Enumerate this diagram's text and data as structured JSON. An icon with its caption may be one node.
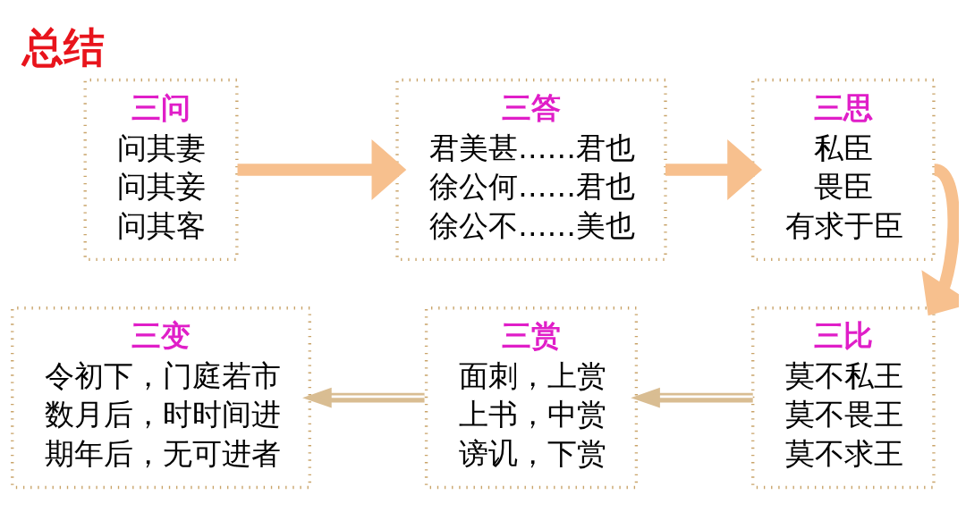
{
  "diagram": {
    "title": "总结",
    "nodes": [
      {
        "text": [
          "三问",
          "问其妻",
          "问其妾",
          "问其客"
        ]
      },
      {
        "text": [
          "三答",
          "君美甚……君也",
          "徐公何……君也",
          "徐公不……美也"
        ]
      },
      {
        "text": [
          "三思",
          "私臣",
          "畏臣",
          "有求于臣"
        ]
      },
      {
        "text": [
          "三变",
          "令初下，门庭若市",
          "数月后，时时间进",
          "期年后，无可进者"
        ]
      },
      {
        "text": [
          "三赏",
          "面刺，上赏",
          "上书，中赏",
          "谤讥，下赏"
        ]
      },
      {
        "text": [
          "三比",
          "莫不私王",
          "莫不畏王",
          "莫不求王"
        ]
      }
    ],
    "edges": [
      {
        "from": 0,
        "to": 1,
        "arrow": "to"
      },
      {
        "from": 1,
        "to": 2,
        "arrow": "to"
      },
      {
        "from": 2,
        "to": 5,
        "arrow": "to"
      },
      {
        "from": 5,
        "to": 4,
        "arrow": "to",
        "color": "#d9bd92"
      },
      {
        "from": 4,
        "to": 3,
        "arrow": "to",
        "color": "#d9bd92"
      }
    ]
  }
}
